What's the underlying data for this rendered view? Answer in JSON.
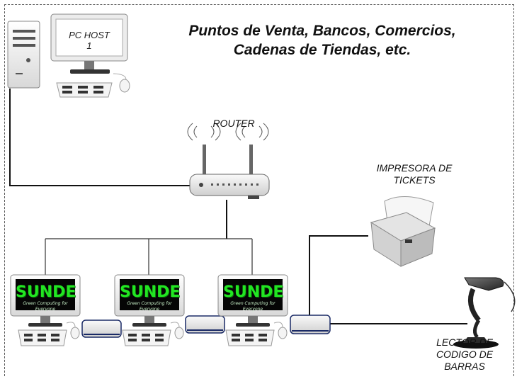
{
  "header": {
    "title_line1": "Puntos de Venta, Bancos, Comercios,",
    "title_line2": "Cadenas de Tiendas, etc."
  },
  "devices": {
    "host_pc_label": "PC HOST 1",
    "router_label": "ROUTER",
    "printer_label_line1": "IMPRESORA DE",
    "printer_label_line2": "TICKETS",
    "scanner_label_line1": "LECTOR DE",
    "scanner_label_line2": "CODIGO DE BARRAS"
  },
  "terminals": [
    {
      "brand": "SUNDE",
      "tagline": "Green Computing for Everyone"
    },
    {
      "brand": "SUNDE",
      "tagline": "Green Computing for Everyone"
    },
    {
      "brand": "SUNDE",
      "tagline": "Green Computing for Everyone"
    }
  ],
  "colors": {
    "screen_green": "#22e622",
    "line": "#111111",
    "box_device": "#f2f2f2"
  }
}
